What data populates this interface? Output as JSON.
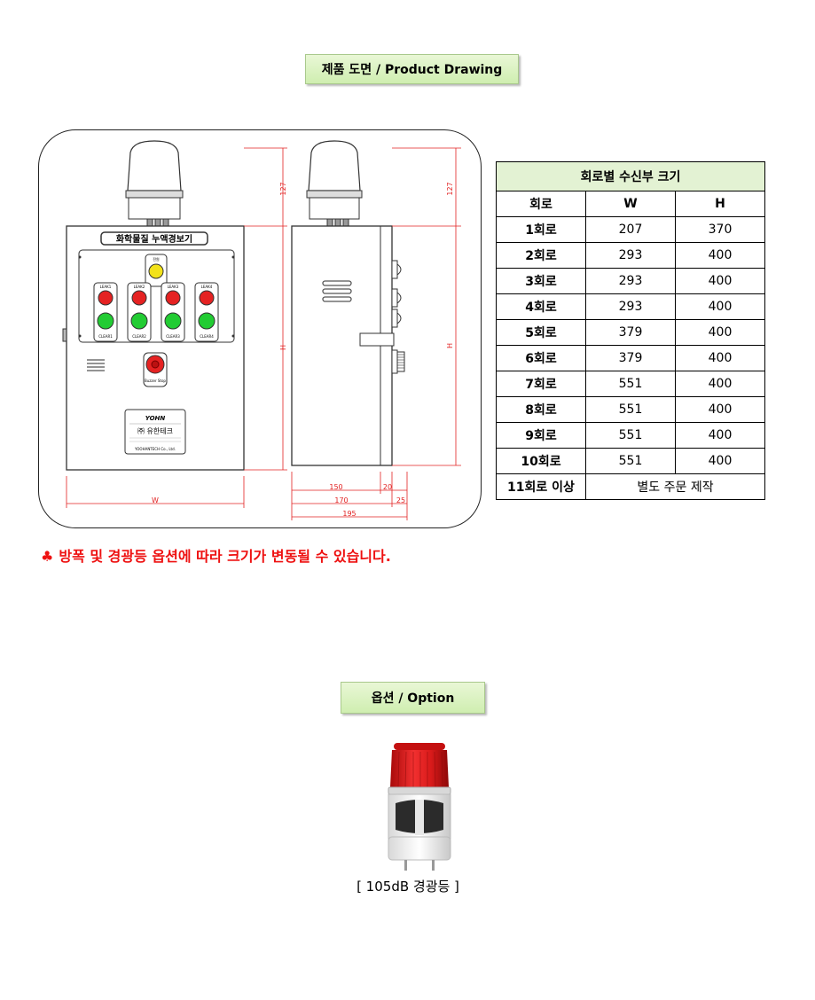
{
  "sections": {
    "drawing_title": "제품 도면 / Product Drawing",
    "option_title": "옵션 / Option"
  },
  "drawing": {
    "panel_title": "화학물질 누액경보기",
    "run_lamp_label": "전원",
    "leak_labels": [
      "LEAK1",
      "LEAK2",
      "LEAK3",
      "LEAK4"
    ],
    "clear_labels": [
      "CLEAR1",
      "CLEAR2",
      "CLEAR3",
      "CLEAR4"
    ],
    "buzzer_label": "Buzzer Stop",
    "nameplate_brand": "㈜ 유한테크",
    "nameplate_company": "YOOHANTECH Co., Ltd.",
    "dim_lamp_height": "127",
    "dim_h": "H",
    "dim_w": "W",
    "dim_150": "150",
    "dim_20": "20",
    "dim_170": "170",
    "dim_25": "25",
    "dim_195": "195"
  },
  "size_table": {
    "caption": "회로별 수신부 크기",
    "headers": [
      "회로",
      "W",
      "H"
    ],
    "rows": [
      [
        "1회로",
        "207",
        "370"
      ],
      [
        "2회로",
        "293",
        "400"
      ],
      [
        "3회로",
        "293",
        "400"
      ],
      [
        "4회로",
        "293",
        "400"
      ],
      [
        "5회로",
        "379",
        "400"
      ],
      [
        "6회로",
        "379",
        "400"
      ],
      [
        "7회로",
        "551",
        "400"
      ],
      [
        "8회로",
        "551",
        "400"
      ],
      [
        "9회로",
        "551",
        "400"
      ],
      [
        "10회로",
        "551",
        "400"
      ]
    ],
    "last_row": [
      "11회로 이상",
      "별도 주문 제작"
    ]
  },
  "note": {
    "symbol": "♣",
    "text": "방폭 및 경광등 옵션에 따라 크기가 변동될 수 있습니다."
  },
  "option": {
    "caption": "[ 105dB 경광등 ]"
  },
  "colors": {
    "label_bg": "#d8f1bf",
    "table_caption_bg": "#e3f2d3",
    "note_red": "#ee1111",
    "dim_red": "#e22222",
    "lamp_red": "#e52222",
    "lamp_green": "#22cc33",
    "lamp_yellow": "#f2e21a"
  }
}
